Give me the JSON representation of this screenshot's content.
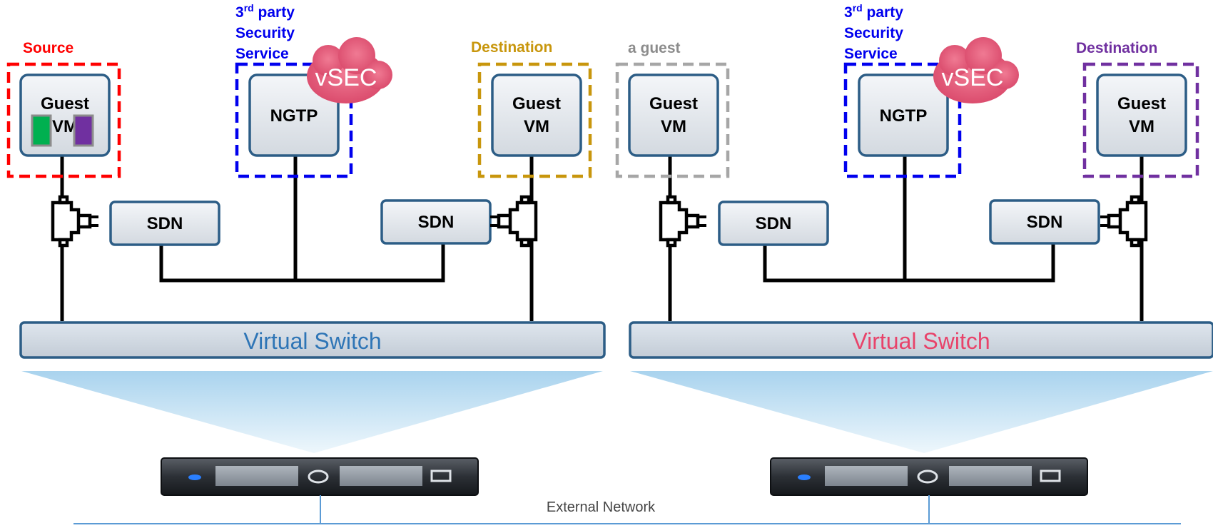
{
  "colors": {
    "source": "#ff0000",
    "security": "#0000ee",
    "destination_left": "#c8960c",
    "guest": "#a6a6a6",
    "destination_right": "#7030a0",
    "switch_left_text": "#2e75b6",
    "switch_right_text": "#e8436a",
    "network_line": "#5b9bd5",
    "box_border": "#2c5d86",
    "vsec_cloud": "#e25877"
  },
  "left": {
    "zone_source": "Source",
    "zone_security": {
      "sup": "rd",
      "line1": "3",
      "line1b": " party",
      "line2": "Security",
      "line3": "Service"
    },
    "zone_destination": "Destination",
    "vm_source": {
      "line1": "Guest",
      "line2": "VM"
    },
    "ngtp": "NGTP",
    "vsec": "vSEC",
    "vm_destination": {
      "line1": "Guest",
      "line2": "VM"
    },
    "sdn_left": "SDN",
    "sdn_right": "SDN",
    "switch": "Virtual Switch"
  },
  "right": {
    "zone_guest": "a guest",
    "zone_security": {
      "sup": "rd",
      "line1": "3",
      "line1b": " party",
      "line2": "Security",
      "line3": "Service"
    },
    "zone_destination": "Destination",
    "vm_guest": {
      "line1": "Guest",
      "line2": "VM"
    },
    "ngtp": "NGTP",
    "vsec": "vSEC",
    "vm_destination": {
      "line1": "Guest",
      "line2": "VM"
    },
    "sdn_left": "SDN",
    "sdn_right": "SDN",
    "switch": "Virtual Switch"
  },
  "network": "External Network"
}
